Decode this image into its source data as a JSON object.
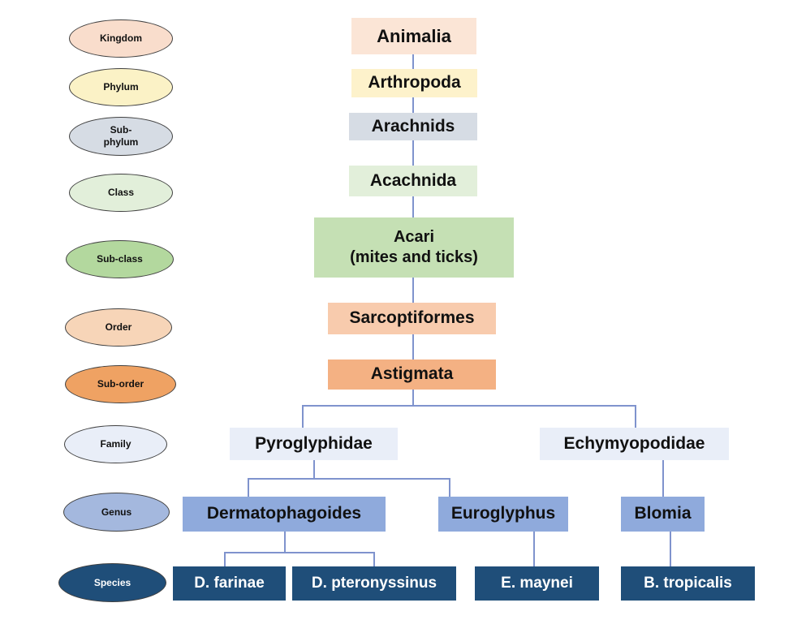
{
  "palette": {
    "connector": "#7f93cd",
    "kingdom_ellipse": "#f9ddcc",
    "phylum_ellipse": "#fbf2c6",
    "subphylum_ellipse": "#d6dce4",
    "class_ellipse": "#e2efda",
    "subclass_ellipse": "#b3d89e",
    "order_ellipse": "#f7d5b8",
    "suborder_ellipse": "#efa263",
    "family_ellipse": "#e9eef8",
    "genus_ellipse": "#a4b8de",
    "species_fill": "#1f4e79",
    "kingdom_box": "#fbe5d6",
    "phylum_box": "#fdf2cb",
    "subphylum_box": "#d6dce4",
    "class_box": "#e2efda",
    "subclass_box": "#c5e0b4",
    "order_box": "#f8cbad",
    "suborder_box": "#f4b183",
    "family_box": "#e9eef8",
    "genus_box": "#8faadc"
  },
  "ranks": [
    {
      "label": "Kingdom"
    },
    {
      "label": "Phylum"
    },
    {
      "label": "Sub-phylum"
    },
    {
      "label": "Class"
    },
    {
      "label": "Sub-class"
    },
    {
      "label": "Order"
    },
    {
      "label": "Sub-order"
    },
    {
      "label": "Family"
    },
    {
      "label": "Genus"
    },
    {
      "label": "Species"
    }
  ],
  "nodes": {
    "kingdom": {
      "label": "Animalia"
    },
    "phylum": {
      "label": "Arthropoda"
    },
    "subphylum": {
      "label": "Arachnids"
    },
    "class": {
      "label": "Acachnida"
    },
    "subclass": {
      "label": "Acari",
      "sublabel": "(mites and ticks)"
    },
    "order": {
      "label": "Sarcoptiformes"
    },
    "suborder": {
      "label": "Astigmata"
    },
    "families": [
      {
        "label": "Pyroglyphidae"
      },
      {
        "label": "Echymyopodidae"
      }
    ],
    "genera": [
      {
        "label": "Dermatophagoides"
      },
      {
        "label": "Euroglyphus"
      },
      {
        "label": "Blomia"
      }
    ],
    "species": [
      {
        "label": "D. farinae"
      },
      {
        "label": "D. pteronyssinus"
      },
      {
        "label": "E. maynei"
      },
      {
        "label": "B. tropicalis"
      }
    ]
  }
}
